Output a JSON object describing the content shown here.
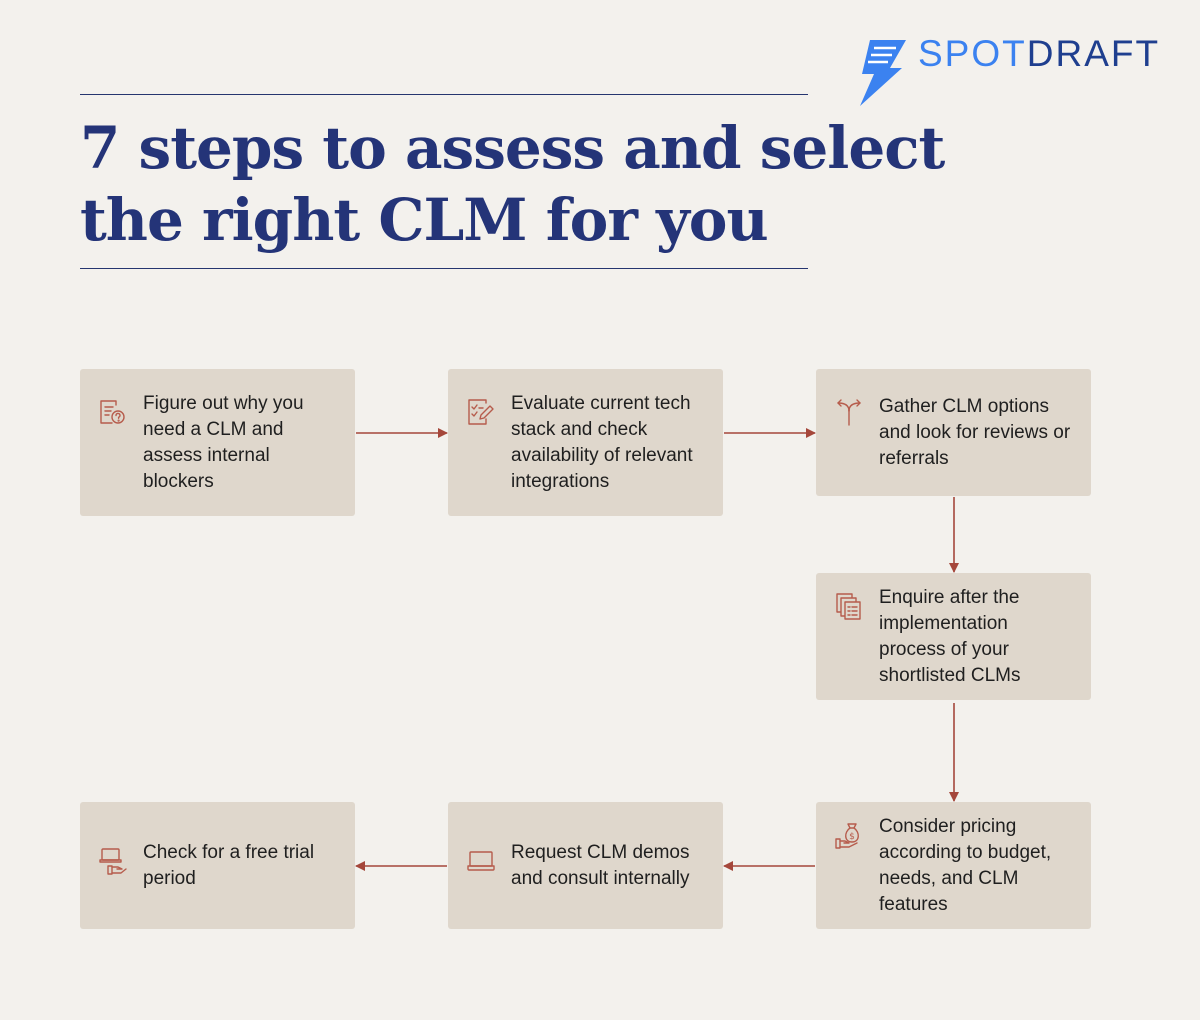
{
  "brand": {
    "name_part1": "SPOT",
    "name_part2": "DRAFT",
    "colors": {
      "light": "#3b82f0",
      "dark": "#1f3f8f"
    }
  },
  "title": {
    "line1": "7 steps to assess and select",
    "line2": "the right CLM for you"
  },
  "colors": {
    "background": "#f3f1ed",
    "box": "#dfd7cc",
    "arrow": "#a5473b",
    "icon": "#b65c4c",
    "title": "#243478"
  },
  "steps": [
    {
      "icon": "document-question-icon",
      "text": "Figure out why you need a CLM and assess internal blockers"
    },
    {
      "icon": "document-edit-check-icon",
      "text": "Evaluate current tech stack and check availability of relevant integrations"
    },
    {
      "icon": "split-arrows-icon",
      "text": "Gather CLM options and look for reviews or referrals"
    },
    {
      "icon": "stacked-documents-icon",
      "text": "Enquire after the implementation process of your shortlisted CLMs"
    },
    {
      "icon": "money-bag-hand-icon",
      "text": "Consider pricing according to budget, needs, and CLM features"
    },
    {
      "icon": "laptop-icon",
      "text": "Request CLM demos and consult internally"
    },
    {
      "icon": "laptop-hand-icon",
      "text": "Check for a free trial period"
    }
  ]
}
